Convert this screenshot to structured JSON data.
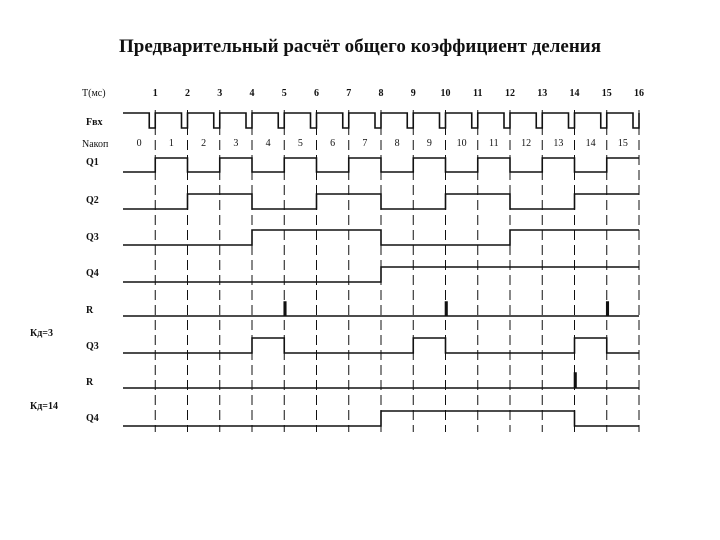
{
  "title": "Предварительный расчёт общего коэффициент деления",
  "time_label": "Т(мс)",
  "time_ticks": [
    "1",
    "2",
    "3",
    "4",
    "5",
    "6",
    "7",
    "8",
    "9",
    "10",
    "11",
    "12",
    "13",
    "14",
    "15",
    "16"
  ],
  "nakop_label": "Nакоп",
  "nakop_values": [
    "0",
    "1",
    "2",
    "3",
    "4",
    "5",
    "6",
    "7",
    "8",
    "9",
    "10",
    "11",
    "12",
    "13",
    "14",
    "15"
  ],
  "kd3_label": "Кд=3",
  "kd14_label": "Кд=14",
  "signals": [
    {
      "label": "Fвх",
      "type": "clock"
    },
    {
      "label": "Q1",
      "levels": [
        0,
        1,
        0,
        1,
        0,
        1,
        0,
        1,
        0,
        1,
        0,
        1,
        0,
        1,
        0,
        1
      ]
    },
    {
      "label": "Q2",
      "levels": [
        0,
        0,
        1,
        1,
        0,
        0,
        1,
        1,
        0,
        0,
        1,
        1,
        0,
        0,
        1,
        1
      ]
    },
    {
      "label": "Q3",
      "levels": [
        0,
        0,
        0,
        0,
        1,
        1,
        1,
        1,
        0,
        0,
        0,
        0,
        1,
        1,
        1,
        1
      ]
    },
    {
      "label": "Q4",
      "levels": [
        0,
        0,
        0,
        0,
        0,
        0,
        0,
        0,
        1,
        1,
        1,
        1,
        1,
        1,
        1,
        1
      ]
    },
    {
      "label": "R",
      "pulses": [
        5,
        10,
        15
      ]
    },
    {
      "label": "Q3",
      "levels": [
        0,
        0,
        0,
        0,
        1,
        0,
        0,
        0,
        0,
        1,
        0,
        0,
        0,
        0,
        1,
        0
      ]
    },
    {
      "label": "R",
      "pulses": [
        14
      ]
    },
    {
      "label": "Q4",
      "levels": [
        0,
        0,
        0,
        0,
        0,
        0,
        0,
        0,
        1,
        1,
        1,
        1,
        1,
        1,
        0,
        0
      ]
    }
  ],
  "colors": {
    "ink": "#111111",
    "background": "#ffffff"
  }
}
